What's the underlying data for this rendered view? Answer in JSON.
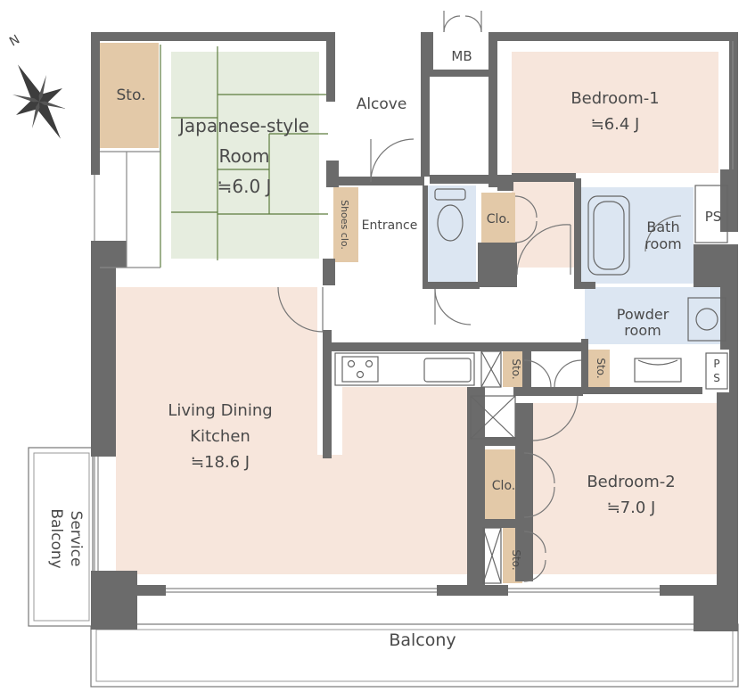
{
  "compass": {
    "north_letter": "N"
  },
  "rooms": {
    "japanese": {
      "line1": "Japanese-style",
      "line2": "Room",
      "area": "≒6.0 J"
    },
    "sto_top": "Sto.",
    "alcove": "Alcove",
    "mb": "MB",
    "bedroom1": {
      "name": "Bedroom-1",
      "area": "≒6.4 J"
    },
    "shoes": "Shoes clo.",
    "entrance": "Entrance",
    "clo_top": "Clo.",
    "bath": {
      "line1": "Bath",
      "line2": "room"
    },
    "ps_top": "PS",
    "powder": {
      "line1": "Powder",
      "line2": "room"
    },
    "sto_mid_left": "Sto.",
    "sto_mid_right": "Sto.",
    "ps_small": {
      "line1": "P",
      "line2": "S"
    },
    "ldk": {
      "line1": "Living Dining",
      "line2": "Kitchen",
      "area": "≒18.6 J"
    },
    "bedroom2": {
      "name": "Bedroom-2",
      "area": "≒7.0 J"
    },
    "clo_bottom": "Clo.",
    "sto_bottom": "Sto.",
    "service_balcony": {
      "line1": "Service",
      "line2": "Balcony"
    },
    "balcony": "Balcony"
  },
  "colors": {
    "wall": "#6b6b6b",
    "floor_room": "#f7e6dc",
    "tatami": "#e6eddf",
    "tatami_line": "#5e7d3f",
    "wet_area": "#dce6f2",
    "storage": "#e3c9a8",
    "text": "#4a4a4a"
  }
}
